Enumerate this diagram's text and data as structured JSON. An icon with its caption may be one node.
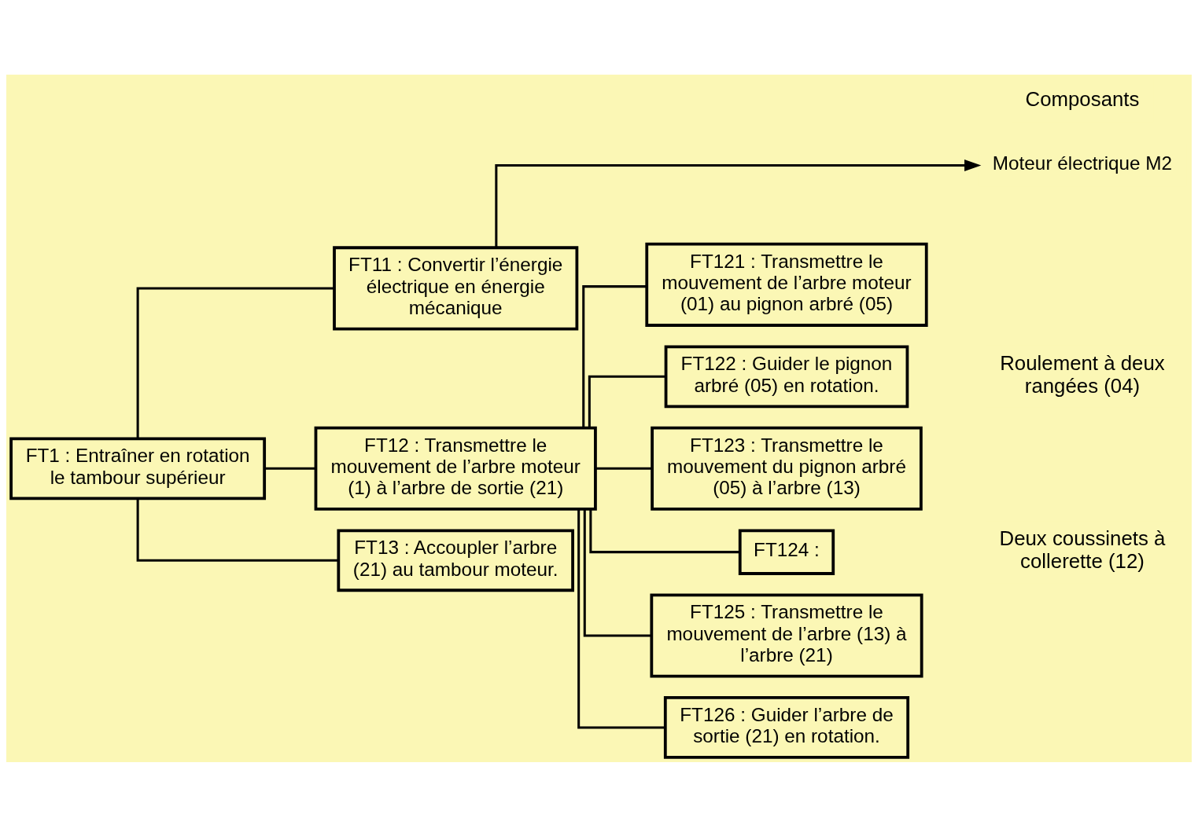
{
  "diagram": {
    "nodes": [
      {
        "text": [
          "FT1 : Entraîner en rotation le tambour supérieur"
        ]
      },
      {
        "text": [
          "FT11 : Convertir l’énergie électrique en énergie mécanique"
        ]
      },
      {
        "text": [
          "FT12 : Transmettre le mouvement de l’arbre moteur (1) à l’arbre de sortie (21)"
        ]
      },
      {
        "text": [
          "FT13 : Accoupler l’arbre (21) au tambour moteur."
        ]
      },
      {
        "text": [
          "FT121 : Transmettre le mouvement de l’arbre moteur (01) au pignon arbré (05)"
        ]
      },
      {
        "text": [
          "FT122 : Guider le pignon arbré (05) en rotation."
        ]
      },
      {
        "text": [
          "FT123 : Transmettre le mouvement du pignon arbré (05) à l’arbre (13)"
        ]
      },
      {
        "text": [
          "FT124 :"
        ]
      },
      {
        "text": [
          "FT125 : Transmettre le mouvement de l’arbre (13) à l’arbre (21)"
        ]
      },
      {
        "text": [
          "FT126 : Guider l’arbre de sortie (21) en rotation."
        ]
      },
      {
        "text": [
          "Moteur électrique M2"
        ]
      }
    ],
    "edges": [
      {
        "from": 0,
        "to": 1,
        "arrow": "none"
      },
      {
        "from": 0,
        "to": 2,
        "arrow": "none"
      },
      {
        "from": 0,
        "to": 3,
        "arrow": "none"
      },
      {
        "from": 1,
        "to": 10,
        "arrow": "to"
      },
      {
        "from": 2,
        "to": 4,
        "arrow": "none"
      },
      {
        "from": 2,
        "to": 5,
        "arrow": "none"
      },
      {
        "from": 2,
        "to": 6,
        "arrow": "none"
      },
      {
        "from": 2,
        "to": 7,
        "arrow": "none"
      },
      {
        "from": 2,
        "to": 8,
        "arrow": "none"
      },
      {
        "from": 2,
        "to": 9,
        "arrow": "none"
      }
    ],
    "labels": [
      "Composants",
      "Roulement à deux rangées (04)",
      "Deux coussinets à collerette (12)"
    ]
  }
}
